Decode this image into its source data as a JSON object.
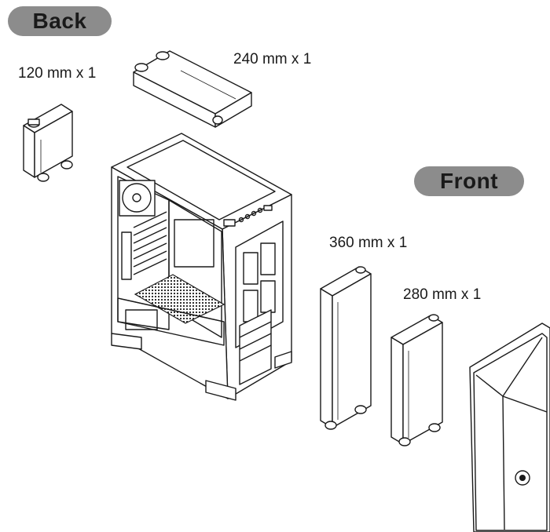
{
  "sections": {
    "back_label": "Back",
    "front_label": "Front"
  },
  "radiators": [
    {
      "id": "120",
      "label": "120 mm x 1"
    },
    {
      "id": "240",
      "label": "240 mm x 1"
    },
    {
      "id": "360",
      "label": "360 mm x 1"
    },
    {
      "id": "280",
      "label": "280 mm x 1"
    }
  ],
  "colors": {
    "pill": "#8c8c8c",
    "line": "#1a1a1a",
    "background": "#ffffff"
  }
}
